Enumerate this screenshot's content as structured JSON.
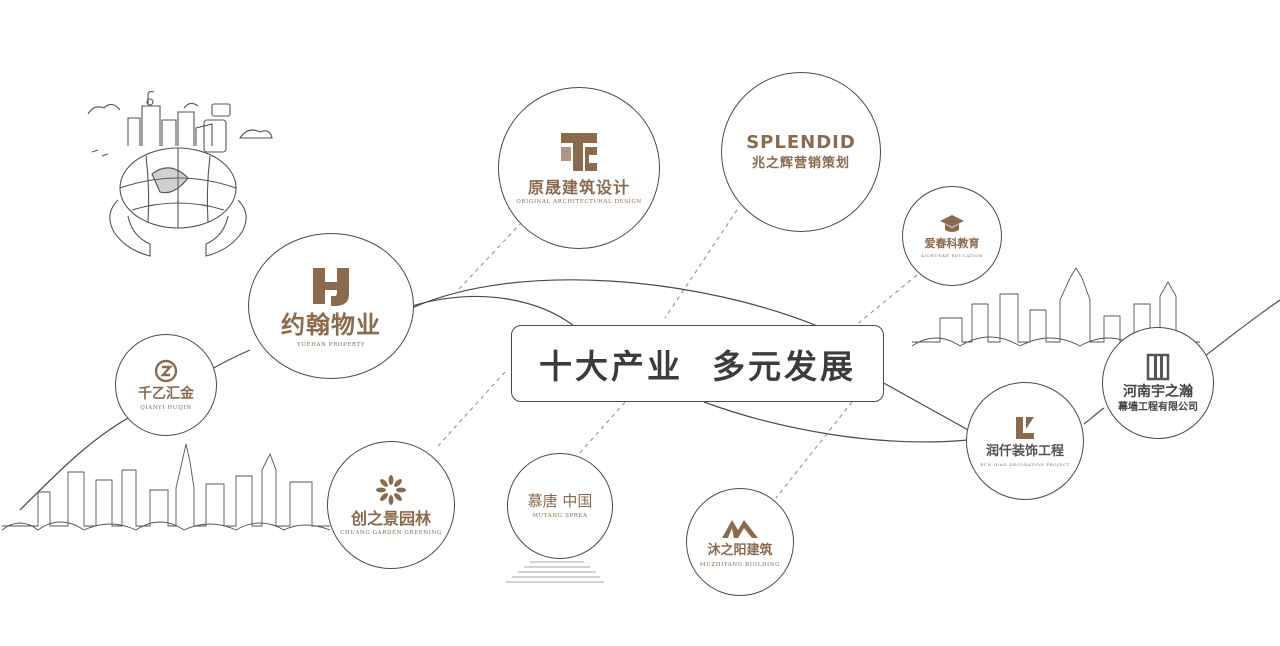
{
  "center": {
    "title": "十大产业  多元发展"
  },
  "nodes": {
    "yuanjing": {
      "cn": "原晟建筑设计",
      "en": "ORIGINAL ARCHITECTURAL DESIGN"
    },
    "splendid": {
      "brand": "SPLENDID",
      "cn": "兆之辉营销策划"
    },
    "aichunke": {
      "cn": "爱春科教育",
      "en": "AICHUNKE EDUCATION"
    },
    "yuehan": {
      "cn": "约翰物业",
      "en": "YUEHAN PROPERTY"
    },
    "qianyi": {
      "cn": "千乙汇金",
      "en": "QIANYI HUIJIN"
    },
    "chuangzhijing": {
      "cn": "创之景园林",
      "en": "CHUANG GARDEN GREENING"
    },
    "mutang": {
      "cn": "慕唐 中国",
      "en": "MUTANG SPREA"
    },
    "muzhiyang": {
      "cn": "沐之阳建筑",
      "en": "MUZHIYANG BUILDING"
    },
    "runqian": {
      "cn": "润仟装饰工程",
      "en": "RUN QIAN DECORATION PROJECT"
    },
    "yuzhihan": {
      "cn1": "河南宇之瀚",
      "cn2": "幕墙工程有限公司"
    }
  },
  "colors": {
    "brand": "#8b6a4e",
    "line": "#4b4b4b",
    "dash": "#9a9a9a"
  },
  "icons": [
    "globe-hands-illustration",
    "city-skyline-left",
    "city-skyline-right",
    "furrow-lines"
  ]
}
